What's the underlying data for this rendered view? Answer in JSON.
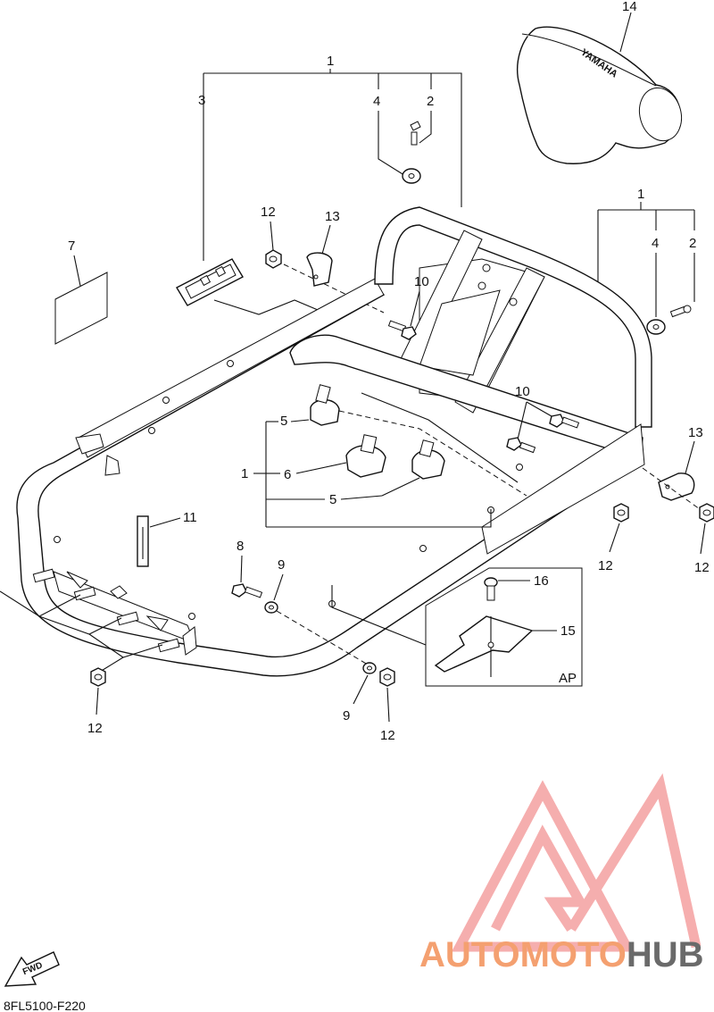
{
  "callouts": {
    "c1_top": "1",
    "c2_top": "2",
    "c3": "3",
    "c4_top": "4",
    "c14": "14",
    "c1_right": "1",
    "c4_right": "4",
    "c2_right": "2",
    "c7": "7",
    "c12_top": "12",
    "c13_top": "13",
    "c10_top": "10",
    "c10_right": "10",
    "c13_right": "13",
    "c5_upper": "5",
    "c1_mid": "1",
    "c6": "6",
    "c5_lower": "5",
    "c11": "11",
    "c8": "8",
    "c9_upper": "9",
    "c12_right": "12",
    "c12_far_right": "12",
    "c16": "16",
    "c15": "15",
    "ap": "AP",
    "c12_left": "12",
    "c9_lower": "9",
    "c12_bottom": "12"
  },
  "seat_brand": "YAMAHA",
  "fwd_label": "FWD",
  "drawing_code": "8FL5100-F220",
  "watermark": {
    "part1": "AUTOMOTO",
    "part2": "HUB",
    "color_primary": "#f4a0a0",
    "color_accent": "#f8c27a",
    "color_dark": "#666666"
  }
}
